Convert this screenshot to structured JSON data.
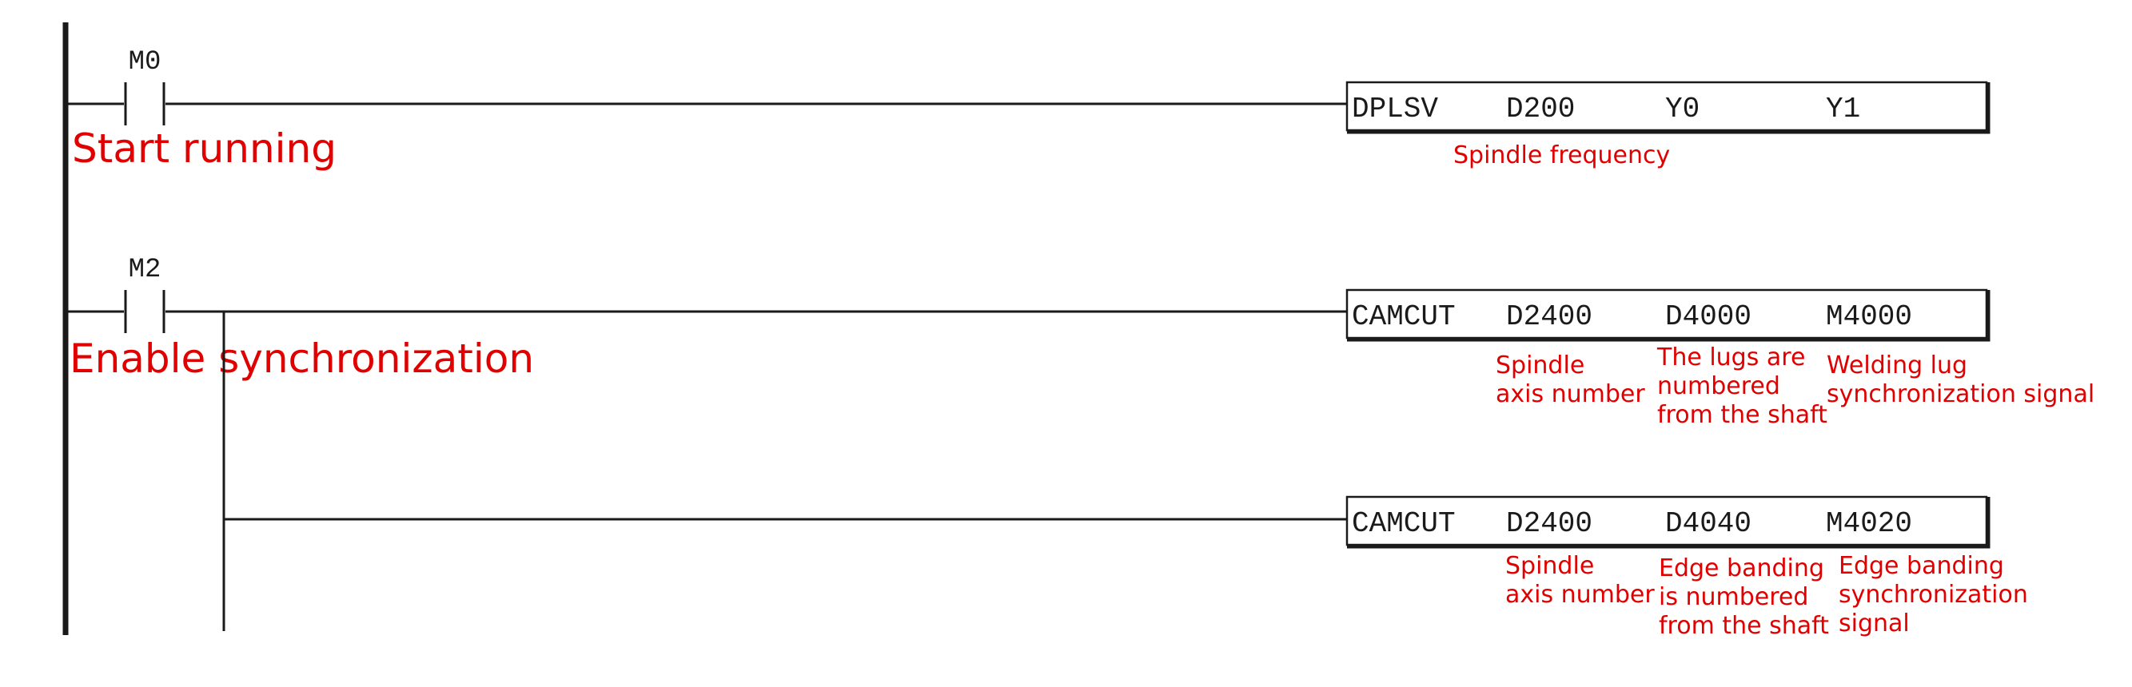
{
  "rungs": [
    {
      "contact": "M0",
      "contact_note": "Start running",
      "instruction": [
        "DPLSV",
        "D200",
        "Y0",
        "Y1"
      ],
      "operand_notes": [
        "",
        "Spindle frequency",
        "",
        ""
      ]
    },
    {
      "contact": "M2",
      "contact_note": "Enable synchronization",
      "instruction": [
        "CAMCUT",
        "D2400",
        "D4000",
        "M4000"
      ],
      "operand_notes": [
        "",
        "Spindle\naxis number",
        "The lugs are\nnumbered\nfrom the shaft",
        "Welding lug\nsynchronization signal"
      ]
    },
    {
      "contact": "",
      "contact_note": "",
      "instruction": [
        "CAMCUT",
        "D2400",
        "D4040",
        "M4020"
      ],
      "operand_notes": [
        "",
        "Spindle\naxis number",
        "Edge banding\nis numbered\nfrom the shaft",
        "Edge banding\nsynchronization\nsignal"
      ]
    }
  ],
  "colors": {
    "annotation": "#e00000",
    "line": "#1a1a1a"
  }
}
